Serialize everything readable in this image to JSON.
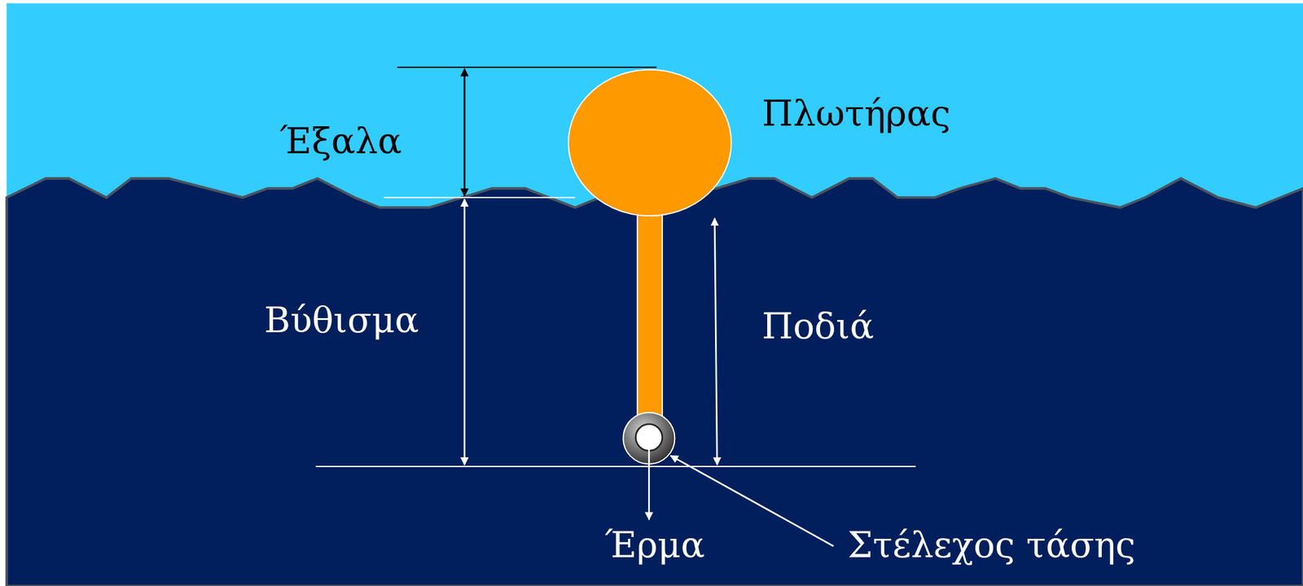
{
  "diagram": {
    "labels": [
      "Έξαλα",
      "Πλωτήρας",
      "Βύθισμα",
      "Ποδιά",
      "Έρμα",
      "Στέλεχος τάσης"
    ]
  }
}
